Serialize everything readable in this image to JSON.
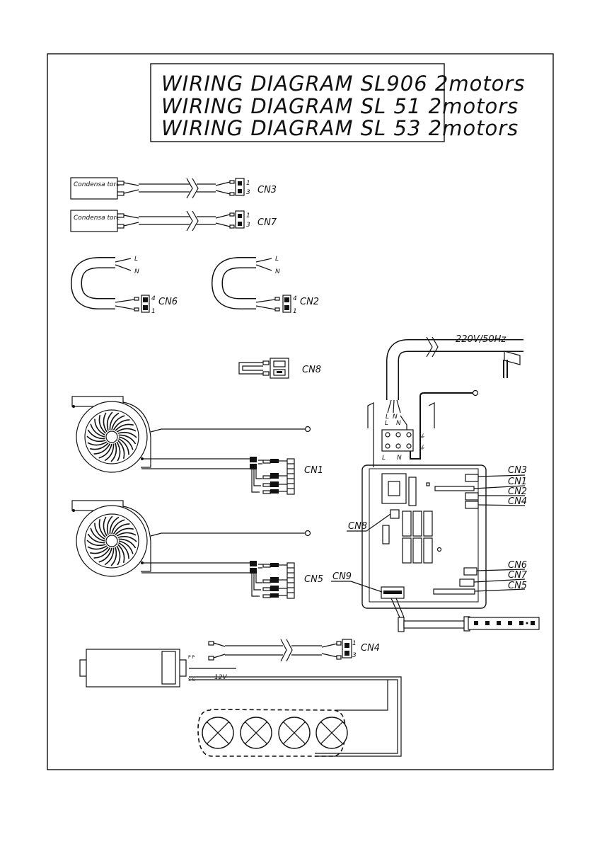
{
  "title_lines": [
    "WIRING DIAGRAM SL906 2motors",
    "WIRING DIAGRAM SL 51 2motors",
    "WIRING DIAGRAM SL 53 2motors"
  ],
  "capacitors": [
    {
      "label": "Condensa tore",
      "connector": "CN3",
      "pins": [
        "1",
        "3"
      ]
    },
    {
      "label": "Condensa tore",
      "connector": "CN7",
      "pins": [
        "1",
        "3"
      ]
    }
  ],
  "switch_cables": [
    {
      "connector": "CN6",
      "wires": [
        "L",
        "N"
      ],
      "pins": [
        "4",
        "1"
      ]
    },
    {
      "connector": "CN2",
      "wires": [
        "L",
        "N"
      ],
      "pins": [
        "4",
        "1"
      ]
    }
  ],
  "mains": {
    "voltage": "220V/50Hz",
    "wires": [
      "L",
      "N"
    ],
    "terminal_top": [
      "L",
      "N"
    ],
    "terminal_bottom": [
      "L",
      "N"
    ]
  },
  "jumper": {
    "connector": "CN8"
  },
  "motors": [
    {
      "connector": "CN1"
    },
    {
      "connector": "CN5"
    }
  ],
  "board_connectors": {
    "right": [
      "CN3",
      "CN1",
      "CN2",
      "CN4",
      "CN6",
      "CN7",
      "CN5"
    ],
    "left": [
      "CN8",
      "CN9"
    ]
  },
  "light_cable": {
    "connector": "CN4",
    "pins": [
      "1",
      "3"
    ]
  },
  "transformer": {
    "primary": "P P",
    "secondary": "S S",
    "output": "12V"
  },
  "lamp_count": 4
}
